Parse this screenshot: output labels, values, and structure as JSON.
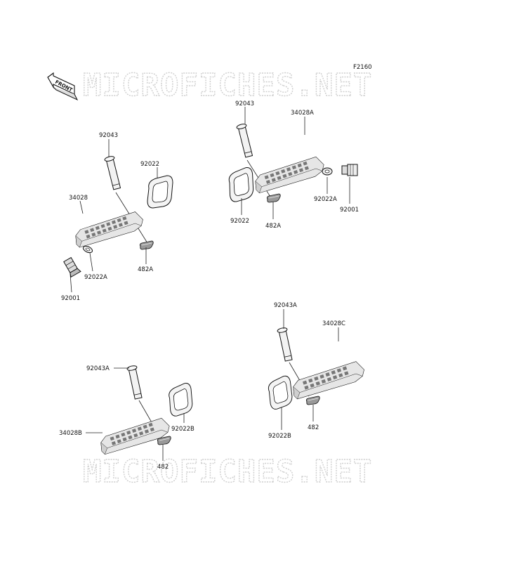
{
  "figure_code": "F2160",
  "front_label": "FRONT",
  "watermark": "MICROFICHES.NET",
  "labels": {
    "g1_92043": "92043",
    "g1_92022": "92022",
    "g1_34028": "34028",
    "g1_92022A": "92022A",
    "g1_482A": "482A",
    "g1_92001": "92001",
    "g2_92043": "92043",
    "g2_34028A": "34028A",
    "g2_92022": "92022",
    "g2_482A": "482A",
    "g2_92022A": "92022A",
    "g2_92001": "92001",
    "g3_92043A": "92043A",
    "g3_34028C": "34028C",
    "g3_92022B": "92022B",
    "g3_482": "482",
    "g4_92043A": "92043A",
    "g4_92022B": "92022B",
    "g4_34028B": "34028B",
    "g4_482": "482"
  }
}
